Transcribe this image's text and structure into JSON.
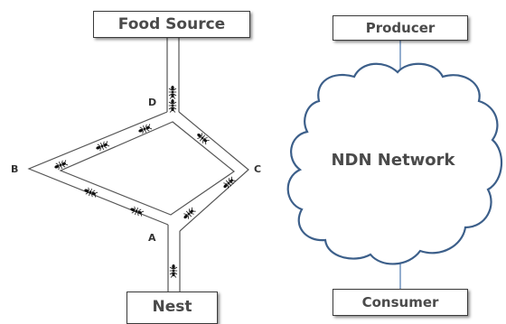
{
  "ant_diagram": {
    "food_source": "Food Source",
    "nest": "Nest",
    "node_labels": {
      "a": "A",
      "b": "B",
      "c": "C",
      "d": "D"
    }
  },
  "network_diagram": {
    "producer": "Producer",
    "consumer": "Consumer",
    "cloud_label": "NDN Network"
  },
  "colors": {
    "cloud_stroke": "#3c5f8a",
    "connector_line": "#6f93bf",
    "ant": "#111111"
  }
}
